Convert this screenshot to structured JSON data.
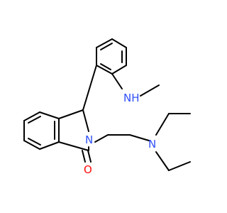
{
  "molecule": {
    "colors": {
      "bond": "#000000",
      "nitrogen": "#3050F8",
      "oxygen": "#FF0D0D",
      "background": "#FFFFFF"
    },
    "atoms": [
      {
        "id": "nh",
        "element": "N",
        "label": "NH",
        "color": "nitrogen"
      },
      {
        "id": "n_ring",
        "element": "N",
        "label": "N",
        "color": "nitrogen"
      },
      {
        "id": "n_amine",
        "element": "N",
        "label": "N",
        "color": "nitrogen"
      },
      {
        "id": "o",
        "element": "O",
        "label": "O",
        "color": "oxygen"
      }
    ]
  }
}
